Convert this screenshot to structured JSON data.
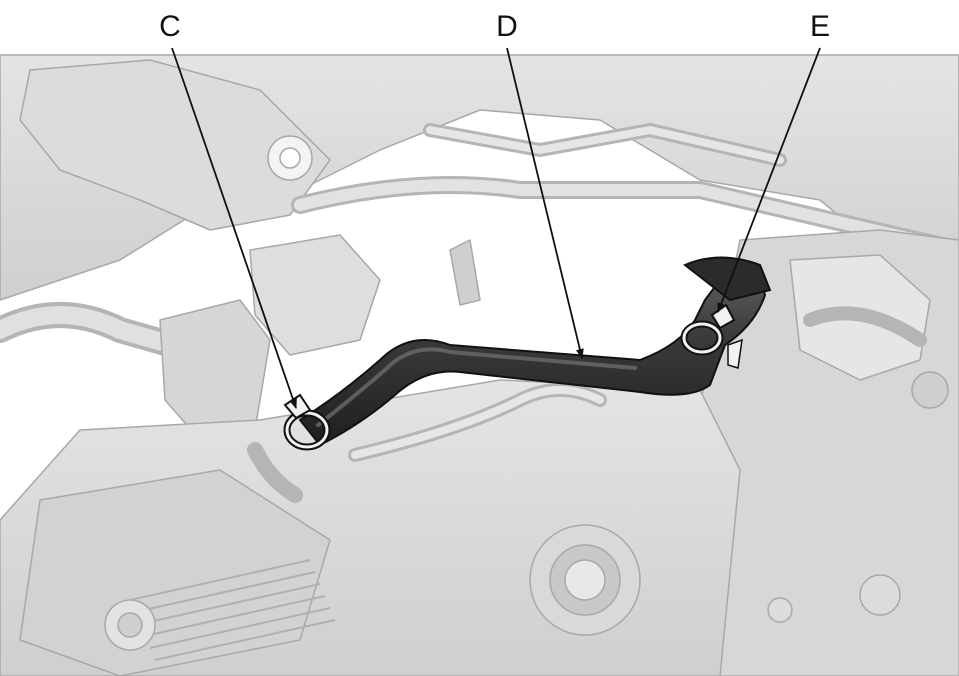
{
  "callouts": {
    "c": {
      "label": "C",
      "target": "hose-clamp"
    },
    "d": {
      "label": "D",
      "target": "coolant-hose"
    },
    "e": {
      "label": "E",
      "target": "hose-clamp"
    }
  },
  "colors": {
    "background": "#ffffff",
    "ghost_parts": "#d9d9d9",
    "ghost_edges": "#a8a8a8",
    "hose": "#2b2b2b",
    "hose_highlight": "#5a5a5a",
    "clamp": "#f2f2f2",
    "leader": "#111111"
  }
}
